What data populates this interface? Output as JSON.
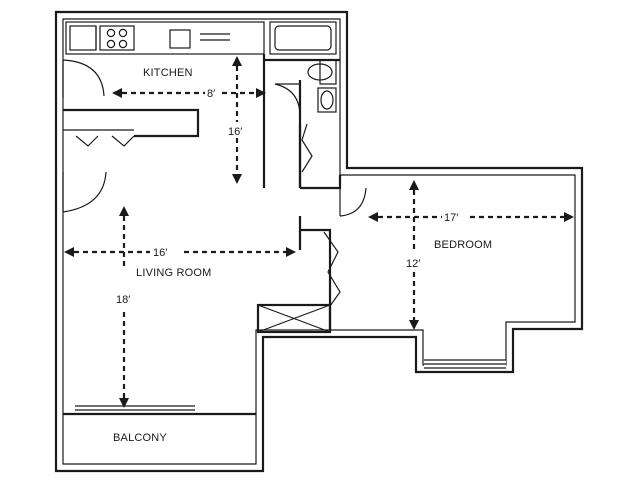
{
  "rooms": {
    "kitchen": "KITCHEN",
    "living_room": "LIVING ROOM",
    "bedroom": "BEDROOM",
    "balcony": "BALCONY"
  },
  "dimensions": {
    "kitchen_width": "8′",
    "kitchen_depth": "16′",
    "living_width": "16′",
    "living_depth": "18′",
    "bedroom_width": "17′",
    "bedroom_depth": "12′"
  },
  "colors": {
    "ink": "#1a1a1a",
    "background": "#ffffff"
  }
}
